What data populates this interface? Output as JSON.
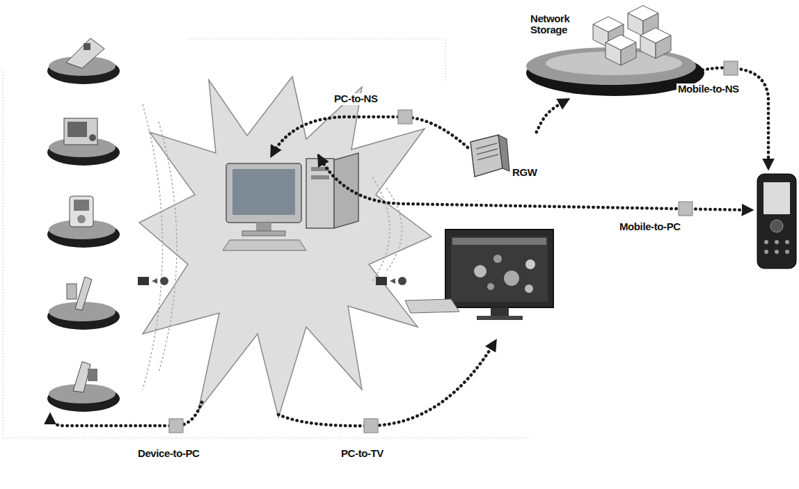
{
  "diagram": {
    "nodes": [
      {
        "text": [
          "Network Storage"
        ]
      },
      {
        "text": [
          "RGW"
        ]
      }
    ],
    "edges": [
      {
        "from": 1,
        "to": 0,
        "arrow": "to"
      }
    ],
    "labels": [
      "PC-to-NS",
      "Mobile-to-NS",
      "Mobile-to-PC",
      "Device-to-PC",
      "PC-to-TV"
    ]
  }
}
